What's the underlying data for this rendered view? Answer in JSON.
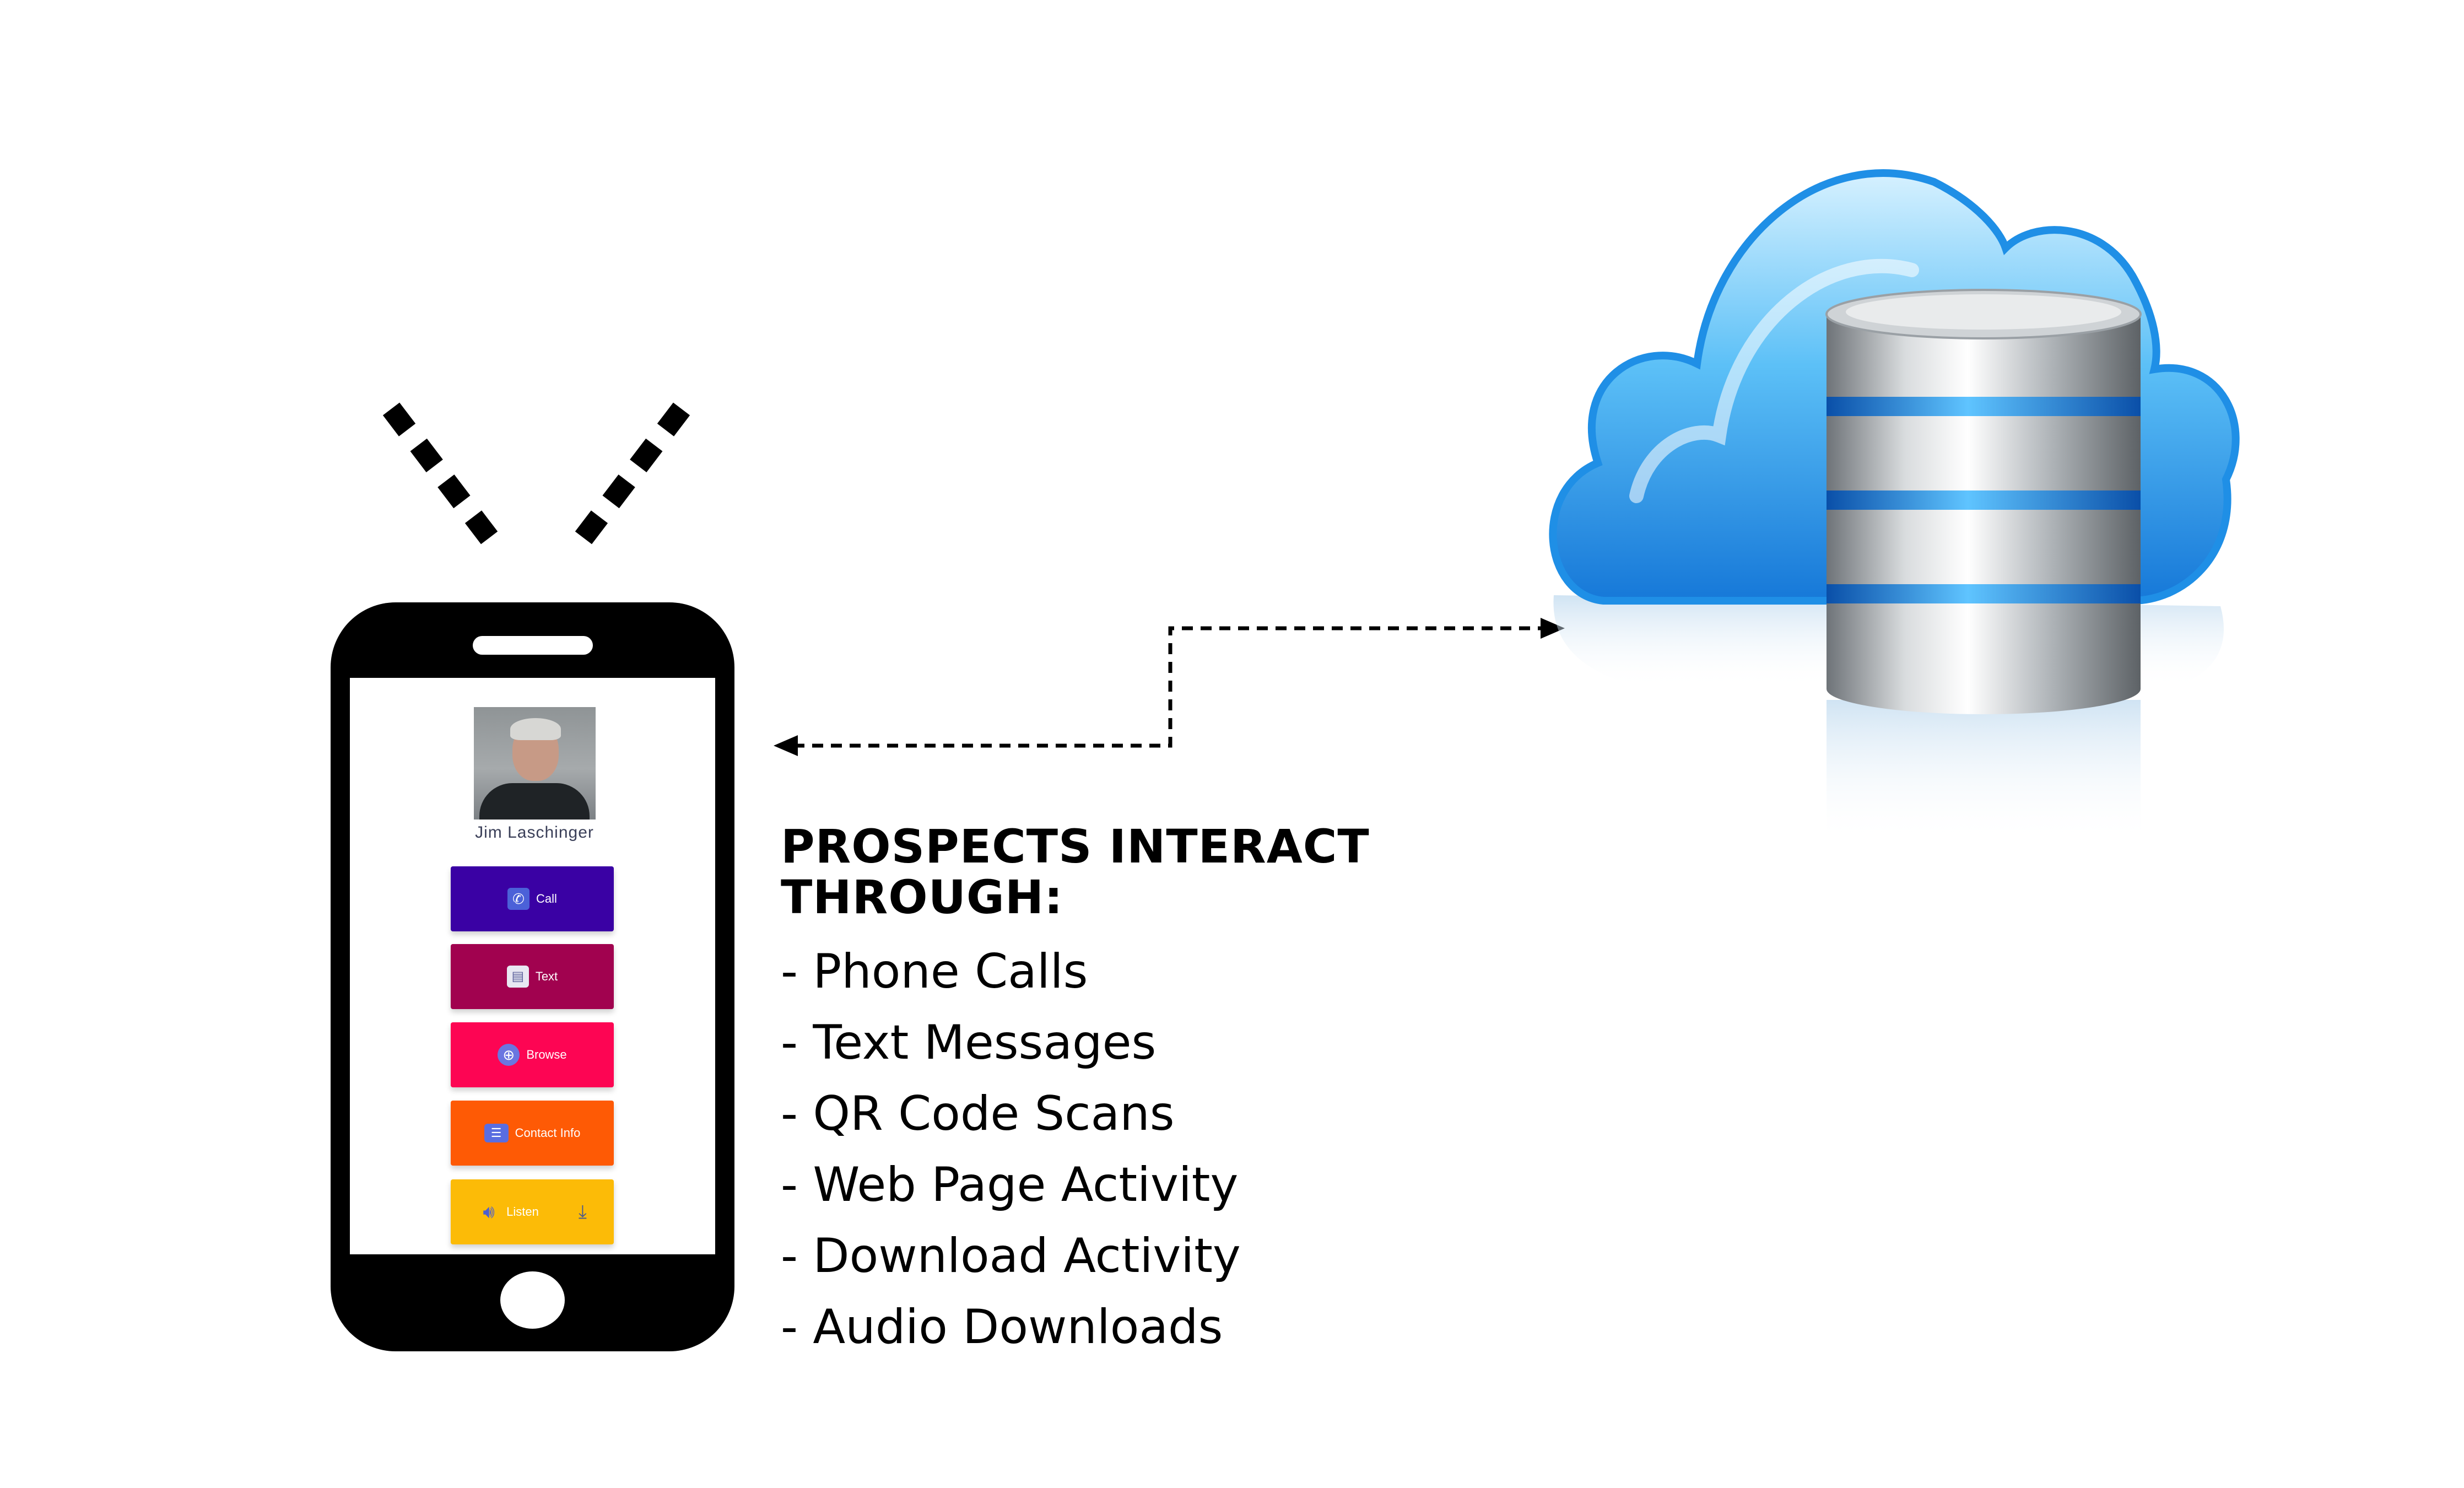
{
  "phone_screen": {
    "person_name": "Jim Laschinger",
    "buttons": [
      {
        "label": "Call",
        "icon": "phone-icon",
        "color": "#3a01a4"
      },
      {
        "label": "Text",
        "icon": "document-icon",
        "color": "#a1024f"
      },
      {
        "label": "Browse",
        "icon": "globe-icon",
        "color": "#fd0553"
      },
      {
        "label": "Contact Info",
        "icon": "contact-card-icon",
        "color": "#fe5a05"
      },
      {
        "label": "Listen",
        "icon": "speaker-icon",
        "color": "#fcbb07"
      }
    ],
    "download_icon": "download-icon"
  },
  "headline": "PROSPECTS INTERACT THROUGH:",
  "interactions": [
    "- Phone Calls",
    "- Text Messages",
    "- QR Code Scans",
    "- Web Page Activity",
    "- Download Activity",
    "- Audio Downloads"
  ],
  "colors": {
    "cloud": "#3aa2ee",
    "database_band": "#1a86f0",
    "phone_body": "#000000"
  }
}
